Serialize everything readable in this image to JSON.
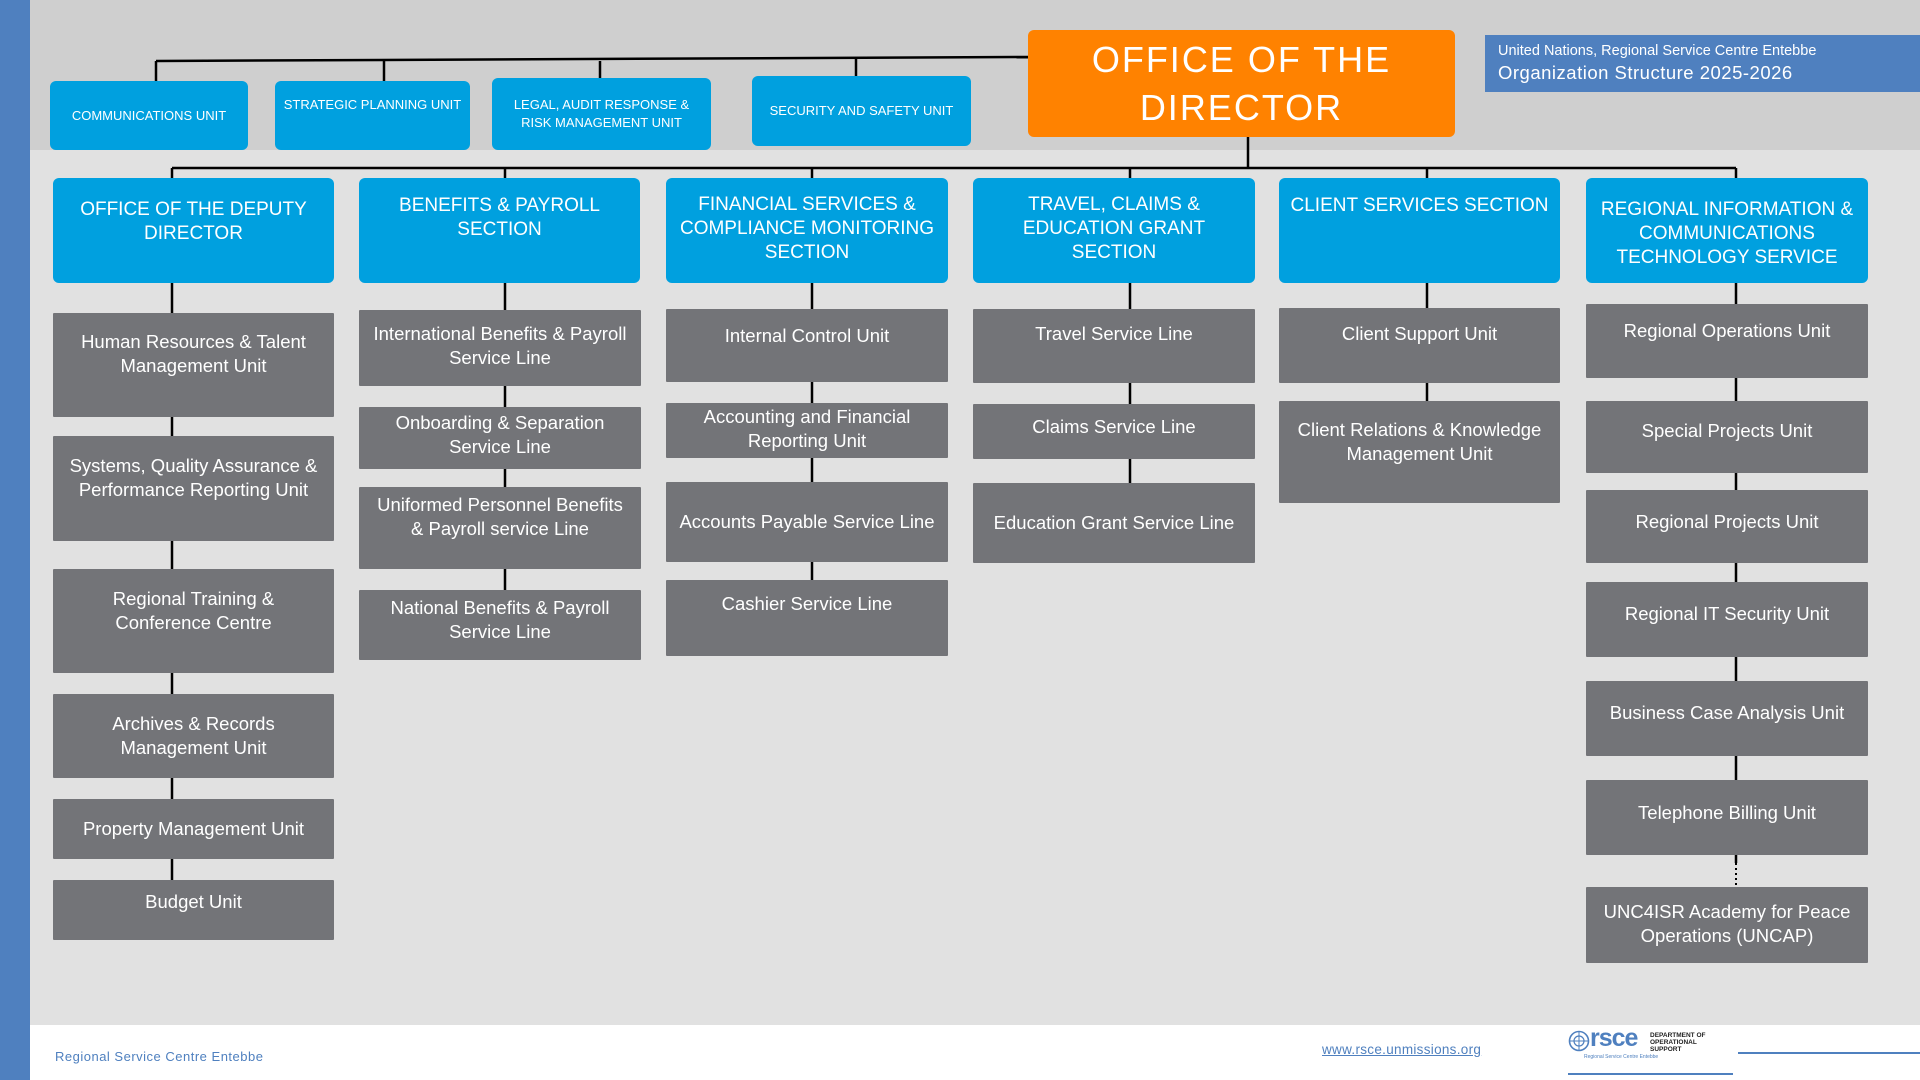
{
  "header": {
    "org_line": "United Nations, Regional Service Centre Entebbe",
    "structure_title": "Organization Structure 2025-2026"
  },
  "director": {
    "label": "OFFICE OF THE DIRECTOR"
  },
  "top_units": [
    {
      "label": "COMMUNICATIONS UNIT"
    },
    {
      "label": "STRATEGIC PLANNING UNIT"
    },
    {
      "label": "LEGAL, AUDIT RESPONSE & RISK MANAGEMENT UNIT"
    },
    {
      "label": "SECURITY AND SAFETY UNIT"
    }
  ],
  "sections": [
    {
      "label": "OFFICE OF THE DEPUTY DIRECTOR",
      "units": [
        {
          "label": "Human Resources & Talent Management Unit"
        },
        {
          "label": "Systems, Quality Assurance & Performance Reporting Unit"
        },
        {
          "label": "Regional Training & Conference Centre"
        },
        {
          "label": "Archives & Records Management Unit"
        },
        {
          "label": "Property Management Unit"
        },
        {
          "label": "Budget Unit"
        }
      ]
    },
    {
      "label": "BENEFITS & PAYROLL SECTION",
      "units": [
        {
          "label": "International Benefits & Payroll Service Line"
        },
        {
          "label": "Onboarding & Separation Service Line"
        },
        {
          "label": "Uniformed Personnel Benefits & Payroll service Line"
        },
        {
          "label": "National Benefits & Payroll Service Line"
        }
      ]
    },
    {
      "label": "FINANCIAL SERVICES & COMPLIANCE MONITORING SECTION",
      "units": [
        {
          "label": "Internal Control Unit"
        },
        {
          "label": "Accounting and Financial Reporting Unit"
        },
        {
          "label": "Accounts Payable Service Line"
        },
        {
          "label": "Cashier Service Line"
        }
      ]
    },
    {
      "label": "TRAVEL, CLAIMS & EDUCATION GRANT SECTION",
      "units": [
        {
          "label": "Travel Service Line"
        },
        {
          "label": "Claims Service Line"
        },
        {
          "label": "Education Grant Service Line"
        }
      ]
    },
    {
      "label": "CLIENT SERVICES SECTION",
      "units": [
        {
          "label": "Client Support Unit"
        },
        {
          "label": "Client Relations & Knowledge Management Unit"
        }
      ]
    },
    {
      "label": "REGIONAL INFORMATION & COMMUNICATIONS TECHNOLOGY SERVICE",
      "units": [
        {
          "label": "Regional Operations Unit"
        },
        {
          "label": "Special Projects Unit"
        },
        {
          "label": "Regional Projects Unit"
        },
        {
          "label": "Regional IT Security Unit"
        },
        {
          "label": "Business Case Analysis Unit"
        },
        {
          "label": "Telephone Billing Unit"
        },
        {
          "label": "UNC4ISR Academy for Peace Operations (UNCAP)"
        }
      ]
    }
  ],
  "footer": {
    "left_text": "Regional Service Centre Entebbe",
    "url": "www.rsce.unmissions.org",
    "logo_text": "rsce",
    "logo_subtext": "Regional Service Centre Entebbe",
    "dos_line1": "DEPARTMENT OF",
    "dos_line2": "OPERATIONAL",
    "dos_line3": "SUPPORT"
  },
  "colors": {
    "director": "#ff8200",
    "section_blue": "#00a0df",
    "unit_gray": "#737478",
    "accent_blue": "#4f80bf",
    "background": "#e1e1e1"
  }
}
